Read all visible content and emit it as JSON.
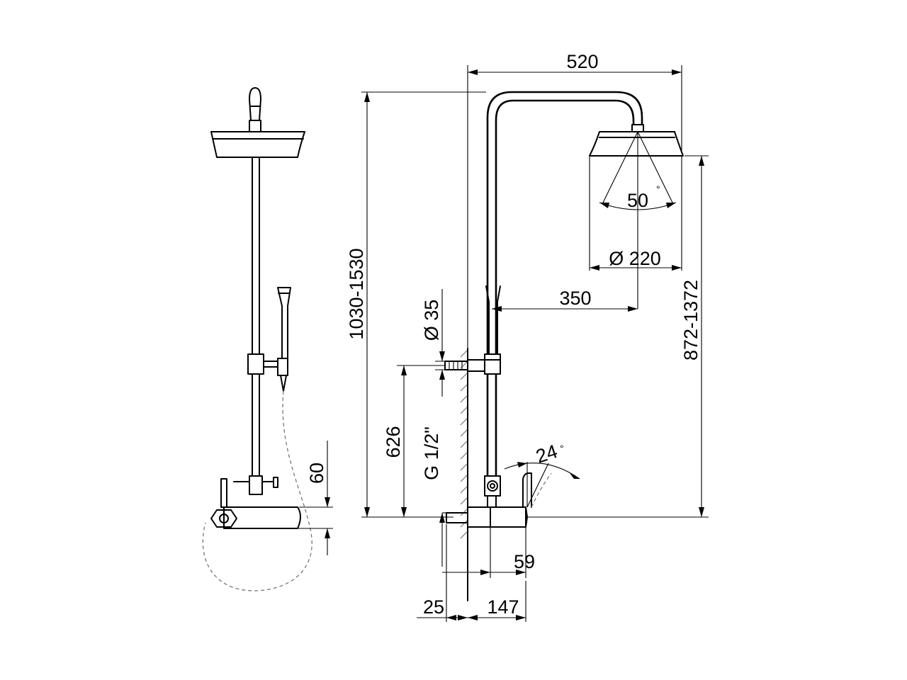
{
  "dimensions": {
    "width_520": "520",
    "height_1030_1530": "1030-1530",
    "height_872_1372": "872-1372",
    "angle_50": "50",
    "diameter_220": "Ø 220",
    "arm_350": "350",
    "diameter_35": "Ø 35",
    "height_626": "626",
    "thread_g12": "G 1/2\"",
    "angle_24": "24",
    "height_60": "60",
    "depth_59": "59",
    "depth_25": "25",
    "depth_147": "147"
  },
  "symbols": {
    "degree_mark": "°"
  }
}
